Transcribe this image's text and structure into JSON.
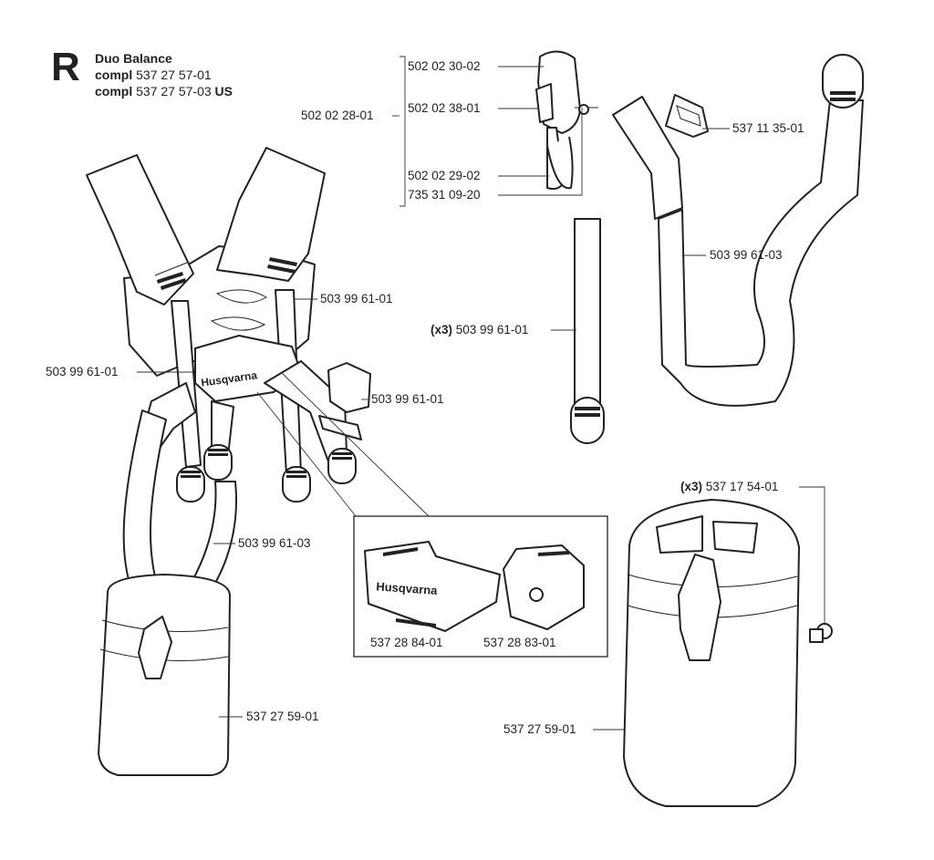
{
  "header": {
    "letter": "R",
    "title": "Duo Balance",
    "line1_prefix": "compl",
    "line1_number": "537 27 57-01",
    "line2_prefix": "compl",
    "line2_number": "537 27 57-03",
    "line2_suffix": "US"
  },
  "bracket_group": {
    "main": "502 02 28-01",
    "items": [
      "502 02 30-02",
      "502 02 38-01",
      "502 02 29-02",
      "735 31 09-20"
    ]
  },
  "labels": {
    "buckle": "537 11 35-01",
    "strap_curved": "503 99 61-03",
    "strap_straight_qty": "(x3)",
    "strap_straight": "503 99 61-01",
    "harness_top": "503 99 61-01",
    "harness_left": "503 99 61-01",
    "harness_right": "503 99 61-01",
    "harness_strap": "503 99 61-03",
    "bag_left": "537 27 59-01",
    "screw_qty": "(x3)",
    "screw": "537 17 54-01",
    "bag_right": "537 27 59-01"
  },
  "inset": {
    "pad_left": "537 28 84-01",
    "pad_right": "537 28 83-01",
    "brand_text": "Husqvarna"
  }
}
